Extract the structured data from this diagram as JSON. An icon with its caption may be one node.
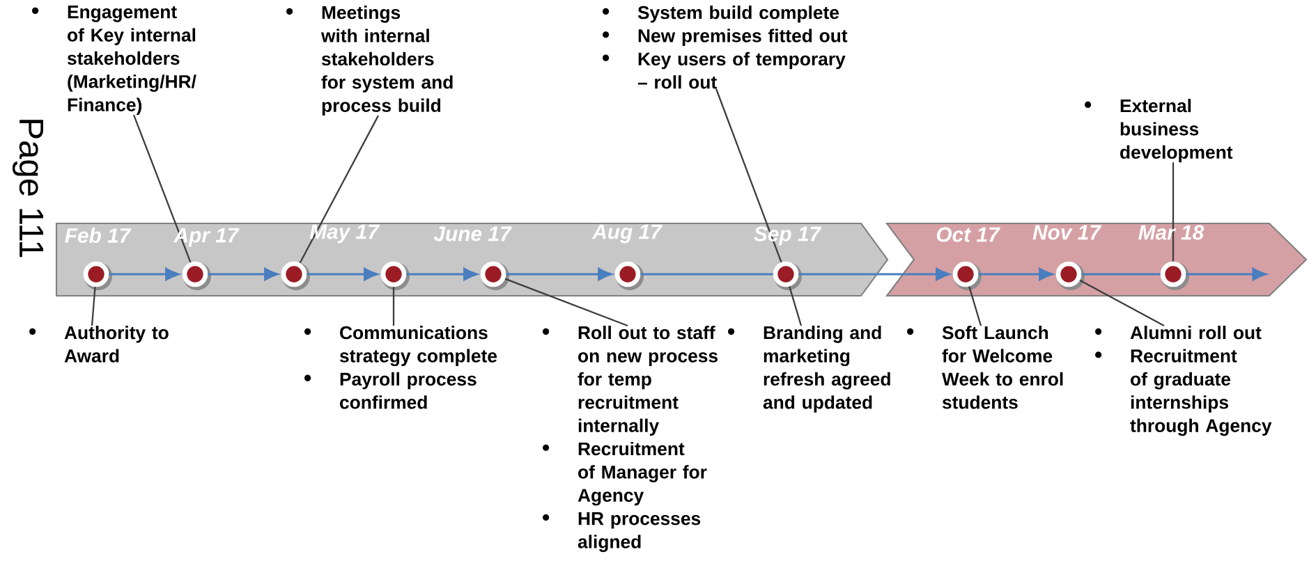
{
  "diagram": {
    "nodes": [
      {
        "text": [],
        "shape": "circle",
        "beside": [
          "Feb 17"
        ]
      },
      {
        "text": [],
        "shape": "circle",
        "beside": [
          "Apr 17"
        ]
      },
      {
        "text": [],
        "shape": "circle",
        "beside": [
          "May 17"
        ]
      },
      {
        "text": [],
        "shape": "circle"
      },
      {
        "text": [],
        "shape": "circle",
        "beside": [
          "June 17"
        ]
      },
      {
        "text": [],
        "shape": "circle",
        "beside": [
          "Aug 17"
        ]
      },
      {
        "text": [],
        "shape": "circle",
        "beside": [
          "Sep 17"
        ]
      },
      {
        "text": [],
        "shape": "circle",
        "beside": [
          "Oct 17"
        ]
      },
      {
        "text": [],
        "shape": "circle",
        "beside": [
          "Nov 17"
        ]
      },
      {
        "text": [],
        "shape": "circle",
        "beside": [
          "Mar 18"
        ]
      },
      {
        "text": [
          "Engagement of Key internal stakeholders (Marketing/HR/ Finance)"
        ]
      },
      {
        "text": [
          "Meetings with internal stakeholders for system and process build"
        ]
      },
      {
        "text": [
          "System build complete",
          "New premises fitted out",
          "Key users of temporary – roll out"
        ]
      },
      {
        "text": [
          "External business development"
        ]
      },
      {
        "text": [
          "Authority to Award"
        ]
      },
      {
        "text": [
          "Communications strategy complete",
          "Payroll process confirmed"
        ]
      },
      {
        "text": [
          "Roll out to staff on new process for temp recruitment internally",
          "Recruitment of Manager for Agency",
          "HR processes aligned"
        ]
      },
      {
        "text": [
          "Branding and marketing refresh agreed and updated"
        ]
      },
      {
        "text": [
          "Soft Launch for Welcome Week to enrol students"
        ]
      },
      {
        "text": [
          "Alumni roll out",
          "Recruitment of graduate internships through Agency"
        ]
      }
    ],
    "edges": [
      {
        "from": 0,
        "to": 1,
        "arrow": "to"
      },
      {
        "from": 1,
        "to": 2,
        "arrow": "to"
      },
      {
        "from": 2,
        "to": 3,
        "arrow": "to"
      },
      {
        "from": 3,
        "to": 4,
        "arrow": "to"
      },
      {
        "from": 4,
        "to": 5,
        "arrow": "to"
      },
      {
        "from": 5,
        "to": 6,
        "arrow": "none"
      },
      {
        "from": 6,
        "to": 7,
        "arrow": "to"
      },
      {
        "from": 7,
        "to": 8,
        "arrow": "to"
      },
      {
        "from": 8,
        "to": 9,
        "arrow": "none"
      },
      {
        "from": 9,
        "to": null,
        "arrow": "to"
      },
      {
        "from": 10,
        "to": 1,
        "arrow": "none",
        "color": "#3c3c3c"
      },
      {
        "from": 11,
        "to": 2,
        "arrow": "none",
        "color": "#3c3c3c"
      },
      {
        "from": 12,
        "to": 6,
        "arrow": "none",
        "color": "#3c3c3c"
      },
      {
        "from": 13,
        "to": 9,
        "arrow": "none",
        "color": "#3c3c3c"
      },
      {
        "from": 14,
        "to": 0,
        "arrow": "none",
        "color": "#3c3c3c"
      },
      {
        "from": 15,
        "to": 3,
        "arrow": "none",
        "color": "#3c3c3c"
      },
      {
        "from": 16,
        "to": 4,
        "arrow": "none",
        "color": "#3c3c3c"
      },
      {
        "from": 17,
        "to": 6,
        "arrow": "none",
        "color": "#3c3c3c"
      },
      {
        "from": 18,
        "to": 7,
        "arrow": "none",
        "color": "#3c3c3c"
      },
      {
        "from": 19,
        "to": 8,
        "arrow": "none",
        "color": "#3c3c3c"
      }
    ],
    "labels": [
      "Page 111"
    ]
  }
}
